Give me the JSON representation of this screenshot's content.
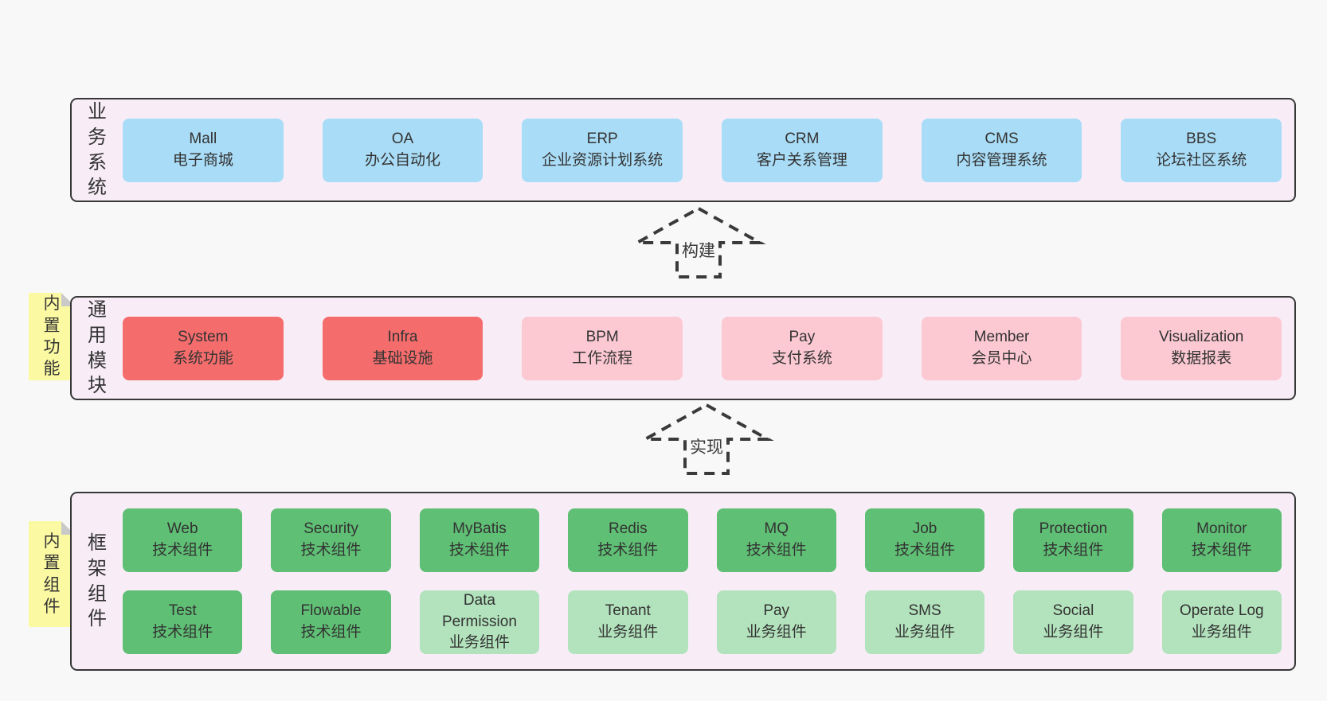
{
  "palette": {
    "page_bg": "#f8f8f8",
    "panel_bg": "#f8edf7",
    "panel_border": "#383838",
    "blue": "#a9dcf6",
    "red": "#f56c6c",
    "pink": "#fcc9d3",
    "green": "#5fbf74",
    "green_light": "#b3e3bd",
    "sticky_bg": "#fbf9a2",
    "sticky_fold": "#c9c9c9",
    "text": "#333333",
    "arrow_stroke": "#3a3a3a"
  },
  "sections": [
    {
      "label": "业务系统",
      "sticky": "",
      "rows": [
        [
          {
            "en": "Mall",
            "zh": "电子商城",
            "type": "blue"
          },
          {
            "en": "OA",
            "zh": "办公自动化",
            "type": "blue"
          },
          {
            "en": "ERP",
            "zh": "企业资源计划系统",
            "type": "blue"
          },
          {
            "en": "CRM",
            "zh": "客户关系管理",
            "type": "blue"
          },
          {
            "en": "CMS",
            "zh": "内容管理系统",
            "type": "blue"
          },
          {
            "en": "BBS",
            "zh": "论坛社区系统",
            "type": "blue"
          }
        ]
      ]
    },
    {
      "label": "通用模块",
      "sticky": "内置功能",
      "rows": [
        [
          {
            "en": "System",
            "zh": "系统功能",
            "type": "red"
          },
          {
            "en": "Infra",
            "zh": "基础设施",
            "type": "red"
          },
          {
            "en": "BPM",
            "zh": "工作流程",
            "type": "pink"
          },
          {
            "en": "Pay",
            "zh": "支付系统",
            "type": "pink"
          },
          {
            "en": "Member",
            "zh": "会员中心",
            "type": "pink"
          },
          {
            "en": "Visualization",
            "zh": "数据报表",
            "type": "pink"
          }
        ]
      ]
    },
    {
      "label": "框架组件",
      "sticky": "内置组件",
      "rows": [
        [
          {
            "en": "Web",
            "zh": "技术组件",
            "type": "green"
          },
          {
            "en": "Security",
            "zh": "技术组件",
            "type": "green"
          },
          {
            "en": "MyBatis",
            "zh": "技术组件",
            "type": "green"
          },
          {
            "en": "Redis",
            "zh": "技术组件",
            "type": "green"
          },
          {
            "en": "MQ",
            "zh": "技术组件",
            "type": "green"
          },
          {
            "en": "Job",
            "zh": "技术组件",
            "type": "green"
          },
          {
            "en": "Protection",
            "zh": "技术组件",
            "type": "green"
          },
          {
            "en": "Monitor",
            "zh": "技术组件",
            "type": "green"
          }
        ],
        [
          {
            "en": "Test",
            "zh": "技术组件",
            "type": "green"
          },
          {
            "en": "Flowable",
            "zh": "技术组件",
            "type": "green"
          },
          {
            "en": "Data Permission",
            "zh": "业务组件",
            "type": "green_light"
          },
          {
            "en": "Tenant",
            "zh": "业务组件",
            "type": "green_light"
          },
          {
            "en": "Pay",
            "zh": "业务组件",
            "type": "green_light"
          },
          {
            "en": "SMS",
            "zh": "业务组件",
            "type": "green_light"
          },
          {
            "en": "Social",
            "zh": "业务组件",
            "type": "green_light"
          },
          {
            "en": "Operate Log",
            "zh": "业务组件",
            "type": "green_light"
          }
        ]
      ]
    }
  ],
  "arrows": [
    {
      "label": "构建"
    },
    {
      "label": "实现"
    }
  ]
}
